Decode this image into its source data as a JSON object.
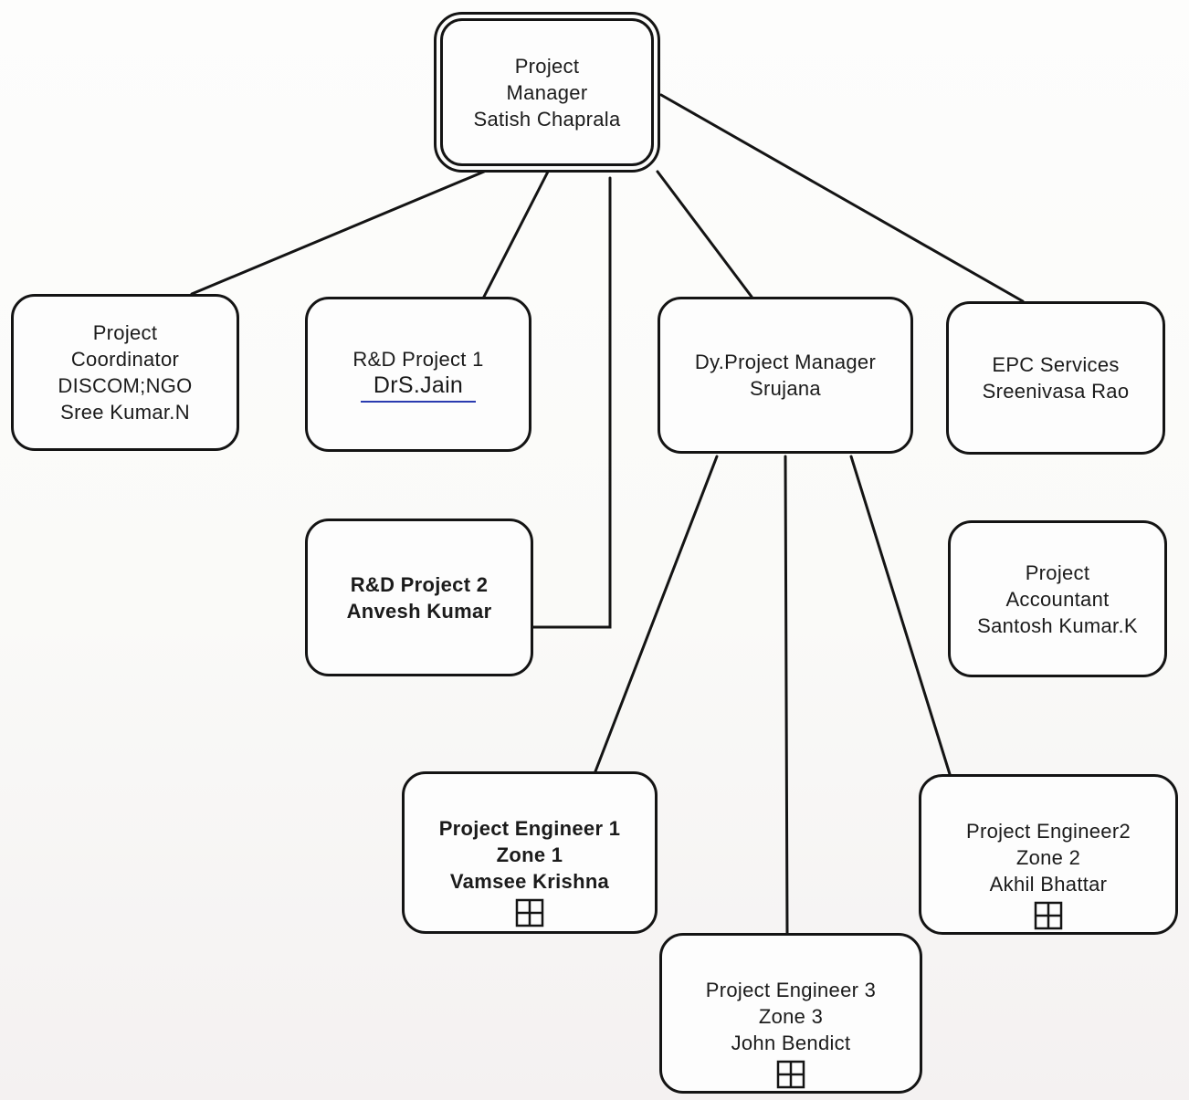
{
  "diagram": {
    "type": "org-chart",
    "nodes": {
      "pm": {
        "lines": [
          "Project",
          "Manager",
          "Satish Chaprala"
        ]
      },
      "coordinator": {
        "lines": [
          "Project",
          "Coordinator",
          "DISCOM;NGO",
          "Sree Kumar.N"
        ]
      },
      "rd1": {
        "role": "R&D Project 1",
        "prefix": "Dr",
        "name": "S.Jain"
      },
      "rd2": {
        "lines": [
          "R&D Project 2",
          "Anvesh Kumar"
        ]
      },
      "dypm": {
        "lines": [
          "Dy.Project Manager",
          "Srujana"
        ]
      },
      "epc": {
        "lines": [
          "EPC Services",
          "Sreenivasa Rao"
        ]
      },
      "accountant": {
        "lines": [
          "Project",
          "Accountant",
          "Santosh Kumar.K"
        ]
      },
      "pe1": {
        "lines": [
          "Project Engineer 1",
          "Zone 1",
          "Vamsee Krishna"
        ],
        "icon": "grid-window-icon"
      },
      "pe2": {
        "lines": [
          "Project Engineer2",
          "Zone 2",
          "Akhil Bhattar"
        ],
        "icon": "grid-window-icon"
      },
      "pe3": {
        "lines": [
          "Project Engineer 3",
          "Zone 3",
          "John Bendict"
        ],
        "icon": "grid-window-icon"
      }
    },
    "edges": [
      [
        "pm",
        "coordinator"
      ],
      [
        "pm",
        "rd1"
      ],
      [
        "pm",
        "rd2"
      ],
      [
        "pm",
        "dypm"
      ],
      [
        "pm",
        "epc"
      ],
      [
        "dypm",
        "pe1"
      ],
      [
        "dypm",
        "pe3"
      ],
      [
        "dypm",
        "pe2"
      ]
    ],
    "colors": {
      "ink": "#141414",
      "underline": "#2a3bb0"
    }
  }
}
